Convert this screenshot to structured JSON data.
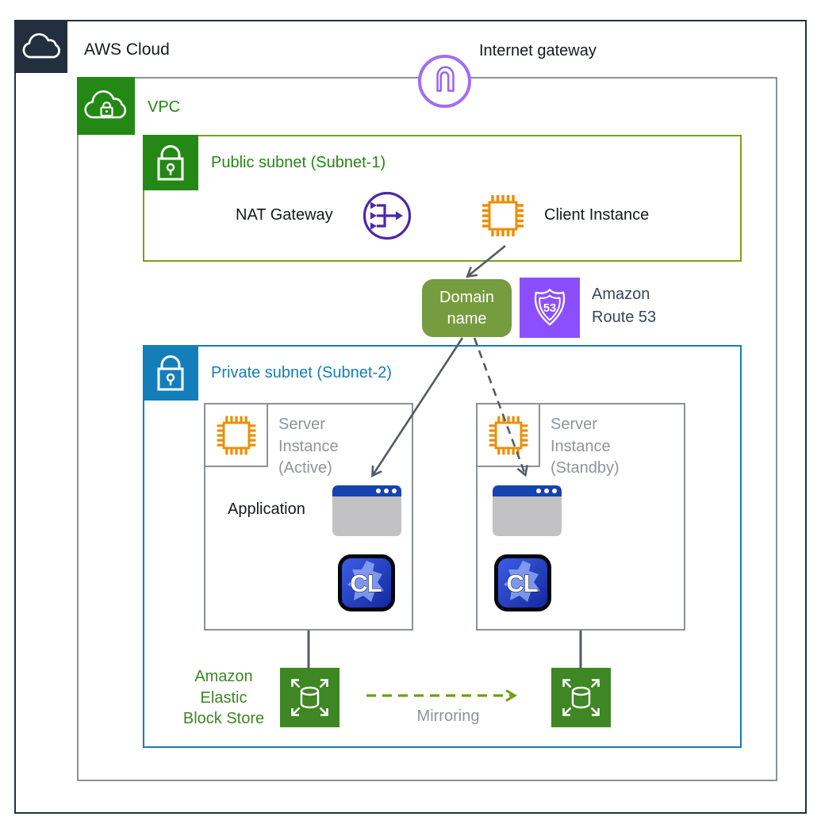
{
  "aws_cloud": {
    "label": "AWS Cloud"
  },
  "internet_gateway": {
    "label": "Internet gateway"
  },
  "vpc": {
    "label": "VPC"
  },
  "public_subnet": {
    "label": "Public subnet (Subnet-1)",
    "nat_gateway": {
      "label": "NAT Gateway"
    },
    "client_instance": {
      "label": "Client Instance"
    }
  },
  "route53": {
    "domain_badge": {
      "line1": "Domain",
      "line2": "name"
    },
    "shield_text": "53",
    "label": {
      "line1": "Amazon",
      "line2": "Route 53"
    }
  },
  "private_subnet": {
    "label": "Private subnet (Subnet-2)",
    "server_active": {
      "line1": "Server",
      "line2": "Instance",
      "line3": "(Active)",
      "application_label": "Application",
      "cluster_badge_text": "CL"
    },
    "server_standby": {
      "line1": "Server",
      "line2": "Instance",
      "line3": "(Standby)",
      "cluster_badge_text": "CL"
    },
    "ebs": {
      "line1": "Amazon",
      "line2": "Elastic",
      "line3": "Block Store"
    },
    "mirroring": {
      "label": "Mirroring"
    }
  },
  "colors": {
    "aws_dark": "#232F3E",
    "vpc_border_gray": "#8D9199",
    "vpc_green": "#248814",
    "public_subnet_border": "#7AA116",
    "private_subnet_blue": "#147EBA",
    "igw_purple": "#A26CF7",
    "nat_purple": "#4D27A8",
    "route53_purple": "#8C4FFF",
    "ec2_orange": "#EC8E00",
    "domain_badge_olive": "#759C3E",
    "ebs_green": "#3F8624",
    "mirroring_green": "#6CA00E",
    "arrow_gray": "#545B64",
    "browser_titlebar_blue": "#1743B0",
    "cluster_badge_blue": "#2B4BD0"
  }
}
